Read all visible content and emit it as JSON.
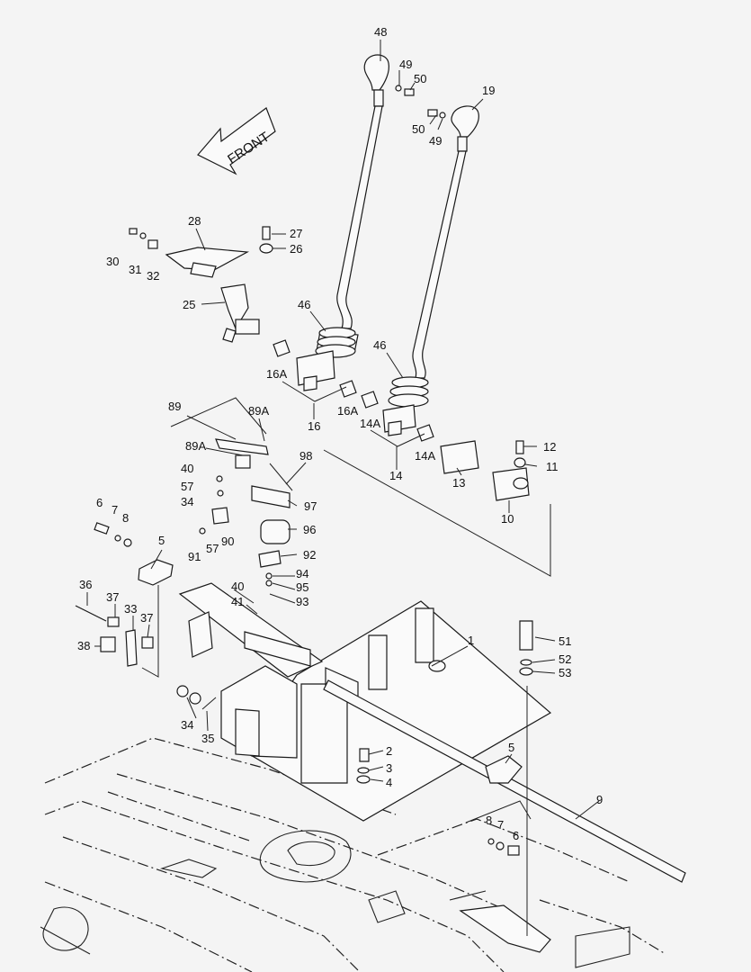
{
  "front_label": "FRONT",
  "callouts": [
    {
      "id": "c48",
      "text": "48"
    },
    {
      "id": "c49a",
      "text": "49"
    },
    {
      "id": "c50a",
      "text": "50"
    },
    {
      "id": "c19",
      "text": "19"
    },
    {
      "id": "c50b",
      "text": "50"
    },
    {
      "id": "c49b",
      "text": "49"
    },
    {
      "id": "c28",
      "text": "28"
    },
    {
      "id": "c27",
      "text": "27"
    },
    {
      "id": "c26",
      "text": "26"
    },
    {
      "id": "c30",
      "text": "30"
    },
    {
      "id": "c31",
      "text": "31"
    },
    {
      "id": "c32",
      "text": "32"
    },
    {
      "id": "c25",
      "text": "25"
    },
    {
      "id": "c46a",
      "text": "46"
    },
    {
      "id": "c46b",
      "text": "46"
    },
    {
      "id": "c16Aa",
      "text": "16A"
    },
    {
      "id": "c16",
      "text": "16"
    },
    {
      "id": "c16Ab",
      "text": "16A"
    },
    {
      "id": "c14Aa",
      "text": "14A"
    },
    {
      "id": "c14Ab",
      "text": "14A"
    },
    {
      "id": "c14",
      "text": "14"
    },
    {
      "id": "c12",
      "text": "12"
    },
    {
      "id": "c11",
      "text": "11"
    },
    {
      "id": "c13",
      "text": "13"
    },
    {
      "id": "c10",
      "text": "10"
    },
    {
      "id": "c89",
      "text": "89"
    },
    {
      "id": "c89Aa",
      "text": "89A"
    },
    {
      "id": "c89Ab",
      "text": "89A"
    },
    {
      "id": "c98",
      "text": "98"
    },
    {
      "id": "c40a",
      "text": "40"
    },
    {
      "id": "c57a",
      "text": "57"
    },
    {
      "id": "c34a",
      "text": "34"
    },
    {
      "id": "c97",
      "text": "97"
    },
    {
      "id": "c6a",
      "text": "6"
    },
    {
      "id": "c7a",
      "text": "7"
    },
    {
      "id": "c8a",
      "text": "8"
    },
    {
      "id": "c96",
      "text": "96"
    },
    {
      "id": "c5a",
      "text": "5"
    },
    {
      "id": "c91",
      "text": "91"
    },
    {
      "id": "c57b",
      "text": "57"
    },
    {
      "id": "c90",
      "text": "90"
    },
    {
      "id": "c92",
      "text": "92"
    },
    {
      "id": "c94",
      "text": "94"
    },
    {
      "id": "c95",
      "text": "95"
    },
    {
      "id": "c93",
      "text": "93"
    },
    {
      "id": "c36",
      "text": "36"
    },
    {
      "id": "c40b",
      "text": "40"
    },
    {
      "id": "c41",
      "text": "41"
    },
    {
      "id": "c37a",
      "text": "37"
    },
    {
      "id": "c33",
      "text": "33"
    },
    {
      "id": "c37b",
      "text": "37"
    },
    {
      "id": "c38",
      "text": "38"
    },
    {
      "id": "c1",
      "text": "1"
    },
    {
      "id": "c51",
      "text": "51"
    },
    {
      "id": "c52",
      "text": "52"
    },
    {
      "id": "c53",
      "text": "53"
    },
    {
      "id": "c34b",
      "text": "34"
    },
    {
      "id": "c35",
      "text": "35"
    },
    {
      "id": "c2",
      "text": "2"
    },
    {
      "id": "c3",
      "text": "3"
    },
    {
      "id": "c4",
      "text": "4"
    },
    {
      "id": "c5b",
      "text": "5"
    },
    {
      "id": "c9",
      "text": "9"
    },
    {
      "id": "c8b",
      "text": "8"
    },
    {
      "id": "c7b",
      "text": "7"
    },
    {
      "id": "c6b",
      "text": "6"
    }
  ]
}
